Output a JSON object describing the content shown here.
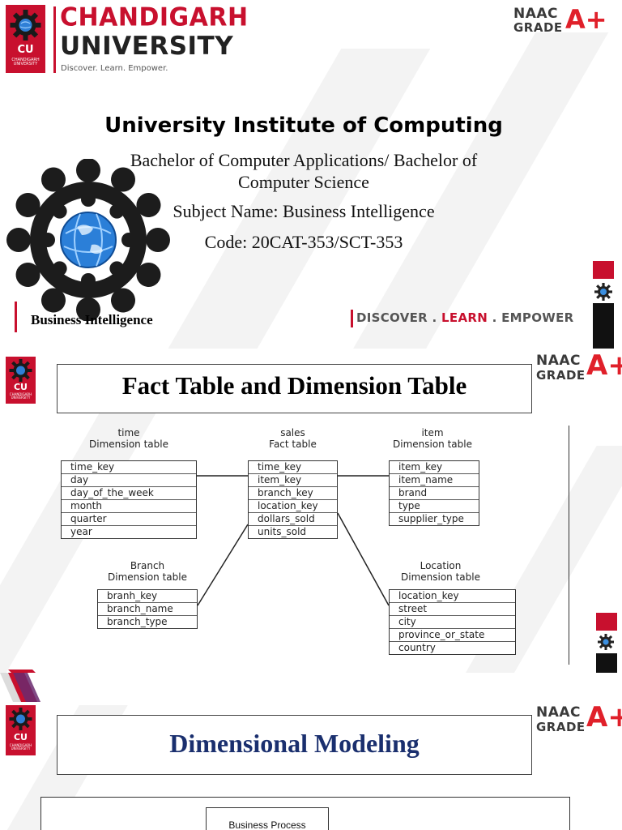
{
  "slide1": {
    "university_name_line1": "CHANDIGARH",
    "university_name_line2": "UNIVERSITY",
    "tagline": "Discover. Learn. Empower.",
    "logo_letters": "CU",
    "logo_caption": "CHANDIGARH UNIVERSITY",
    "naac_line1": "NAAC",
    "naac_line2": "GRADE",
    "naac_grade": "A+",
    "institute": "University Institute of Computing",
    "program": "Bachelor of Computer Applications/ Bachelor of Computer Science",
    "subject": "Subject Name: Business Intelligence",
    "code": "Code: 20CAT-353/SCT-353",
    "footer_left": "Business Intelligence",
    "footer_right": {
      "discover": "DISCOVER",
      "sep": " . ",
      "learn": "LEARN",
      "empower": "EMPOWER"
    }
  },
  "slide2": {
    "title": "Fact Table and Dimension Table",
    "logo_letters": "CU",
    "logo_caption": "CHANDIGARH UNIVERSITY",
    "naac_line1": "NAAC",
    "naac_line2": "GRADE",
    "naac_grade": "A+",
    "diagram": {
      "time": {
        "caption1": "time",
        "caption2": "Dimension table",
        "rows": [
          "time_key",
          "day",
          "day_of_the_week",
          "month",
          "quarter",
          "year"
        ]
      },
      "sales": {
        "caption1": "sales",
        "caption2": "Fact table",
        "rows": [
          "time_key",
          "item_key",
          "branch_key",
          "location_key",
          "dollars_sold",
          "units_sold"
        ]
      },
      "item": {
        "caption1": "item",
        "caption2": "Dimension table",
        "rows": [
          "item_key",
          "item_name",
          "brand",
          "type",
          "supplier_type"
        ]
      },
      "branch": {
        "caption1": "Branch",
        "caption2": "Dimension table",
        "rows": [
          "branh_key",
          "branch_name",
          "branch_type"
        ]
      },
      "location": {
        "caption1": "Location",
        "caption2": "Dimension table",
        "rows": [
          "location_key",
          "street",
          "city",
          "province_or_state",
          "country"
        ]
      }
    }
  },
  "slide3": {
    "title": "Dimensional Modeling",
    "logo_letters": "CU",
    "logo_caption": "CHANDIGARH UNIVERSITY",
    "naac_line1": "NAAC",
    "naac_line2": "GRADE",
    "naac_grade": "A+",
    "box_label": "Business Process"
  },
  "colors": {
    "brand_red": "#c8102e",
    "title_navy": "#1a2f6e",
    "naac_grey": "#3a3a3a"
  }
}
